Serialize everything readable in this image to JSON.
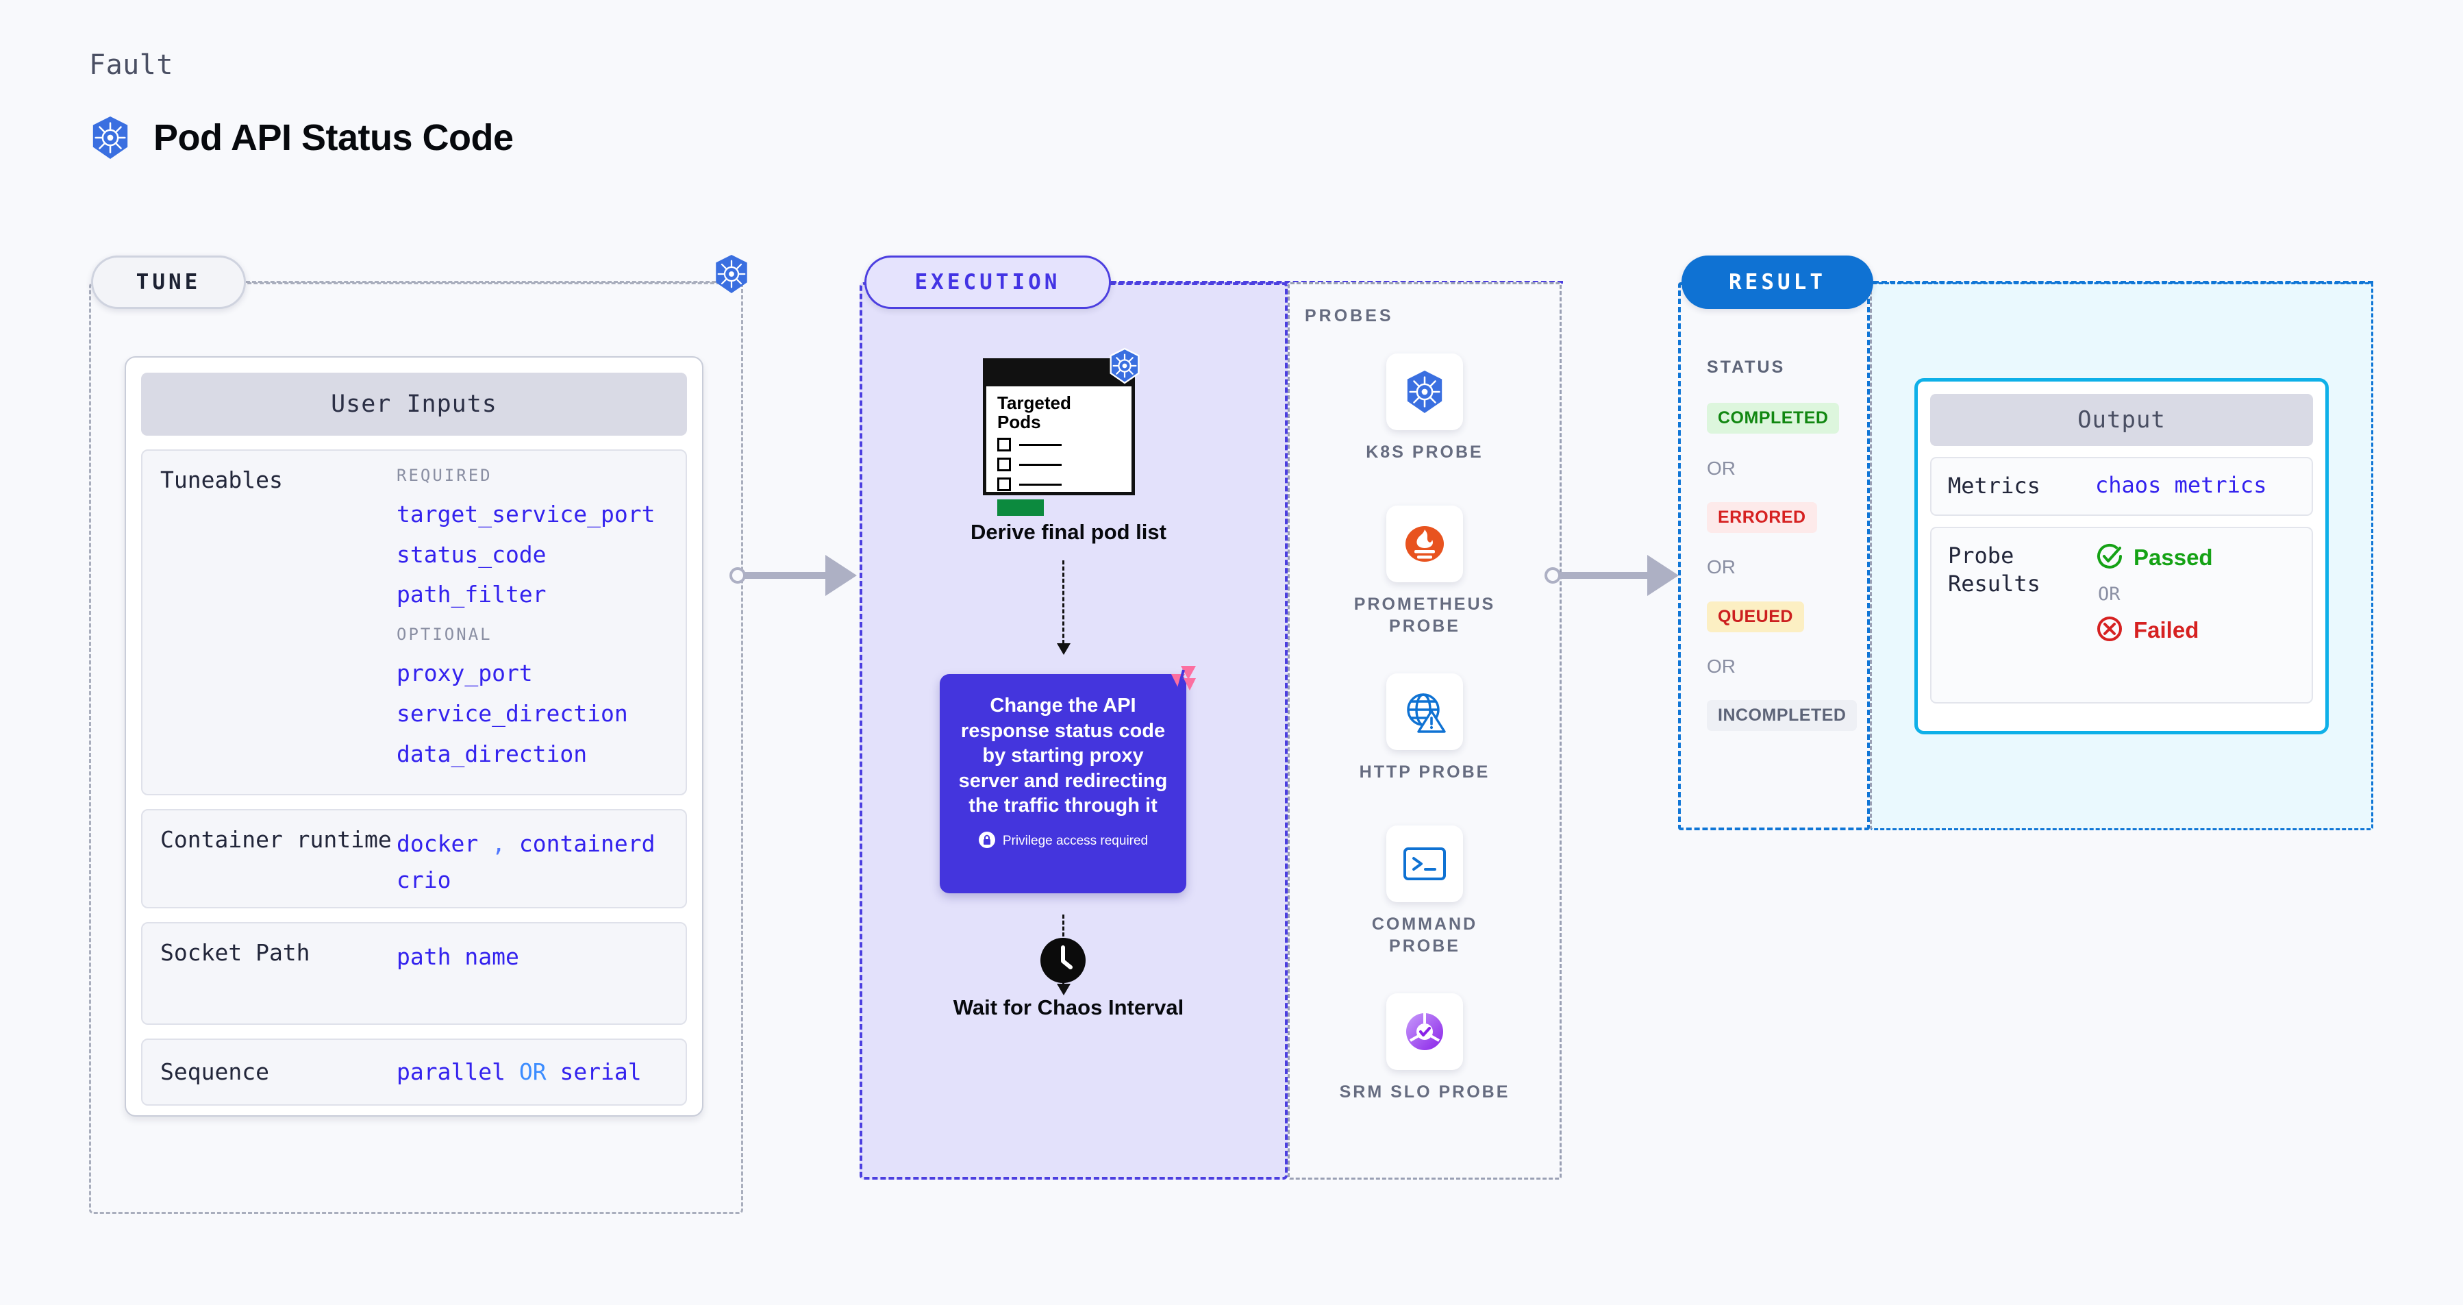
{
  "header": {
    "eyebrow": "Fault",
    "title": "Pod API Status Code",
    "icon": "kubernetes-icon"
  },
  "tune": {
    "pill_label": "TUNE",
    "badge_icon": "kubernetes-icon",
    "card_title": "User Inputs",
    "sections": [
      {
        "label": "Tuneables",
        "groups": [
          {
            "title": "REQUIRED",
            "items": [
              "target_service_port",
              "status_code",
              "path_filter"
            ]
          },
          {
            "title": "OPTIONAL",
            "items": [
              "proxy_port",
              "service_direction",
              "data_direction"
            ]
          }
        ]
      },
      {
        "label": "Container runtime",
        "values_line1": "docker",
        "separator": ",",
        "values_line1b": "containerd",
        "values_line2": "crio"
      },
      {
        "label": "Socket Path",
        "value": "path name"
      },
      {
        "label": "Sequence",
        "value_a": "parallel",
        "or": "OR",
        "value_b": "serial"
      }
    ]
  },
  "execution": {
    "pill_label": "EXECUTION",
    "pods_card": {
      "title_line1": "Targeted",
      "title_line2": "Pods",
      "badge_icon": "kubernetes-icon"
    },
    "step1_caption": "Derive final pod list",
    "action_card": {
      "text": "Change the API response status code by starting proxy server and redirecting the traffic through it",
      "privilege_note": "Privilege access required",
      "privilege_icon": "lock-icon",
      "corner_icon": "harness-icon",
      "color": "#4435dd"
    },
    "step3_caption": "Wait for Chaos Interval",
    "step3_icon": "clock-icon"
  },
  "probes": {
    "section_label": "PROBES",
    "items": [
      {
        "label": "K8S PROBE",
        "icon": "kubernetes-icon"
      },
      {
        "label": "PROMETHEUS PROBE",
        "icon": "prometheus-icon"
      },
      {
        "label": "HTTP PROBE",
        "icon": "http-globe-warning-icon"
      },
      {
        "label": "COMMAND PROBE",
        "icon": "terminal-icon"
      },
      {
        "label": "SRM SLO PROBE",
        "icon": "srm-slo-icon"
      }
    ]
  },
  "result": {
    "pill_label": "RESULT",
    "status_label": "STATUS",
    "or_label": "OR",
    "badges": [
      {
        "text": "COMPLETED",
        "bg": "#ddf6dd",
        "fg": "#118711"
      },
      {
        "text": "ERRORED",
        "bg": "#fdeaea",
        "fg": "#d62121"
      },
      {
        "text": "QUEUED",
        "bg": "#fcefc3",
        "fg": "#cc1f1f"
      },
      {
        "text": "INCOMPLETED",
        "bg": "#eef0f5",
        "fg": "#5d6478"
      }
    ]
  },
  "output": {
    "card_title": "Output",
    "metrics_label": "Metrics",
    "metrics_value": "chaos metrics",
    "probe_results_label": "Probe Results",
    "passed_label": "Passed",
    "failed_label": "Failed",
    "or_label": "OR",
    "passed_icon": "check-circle-icon",
    "failed_icon": "x-circle-icon",
    "accent": "#0eb0e8"
  }
}
